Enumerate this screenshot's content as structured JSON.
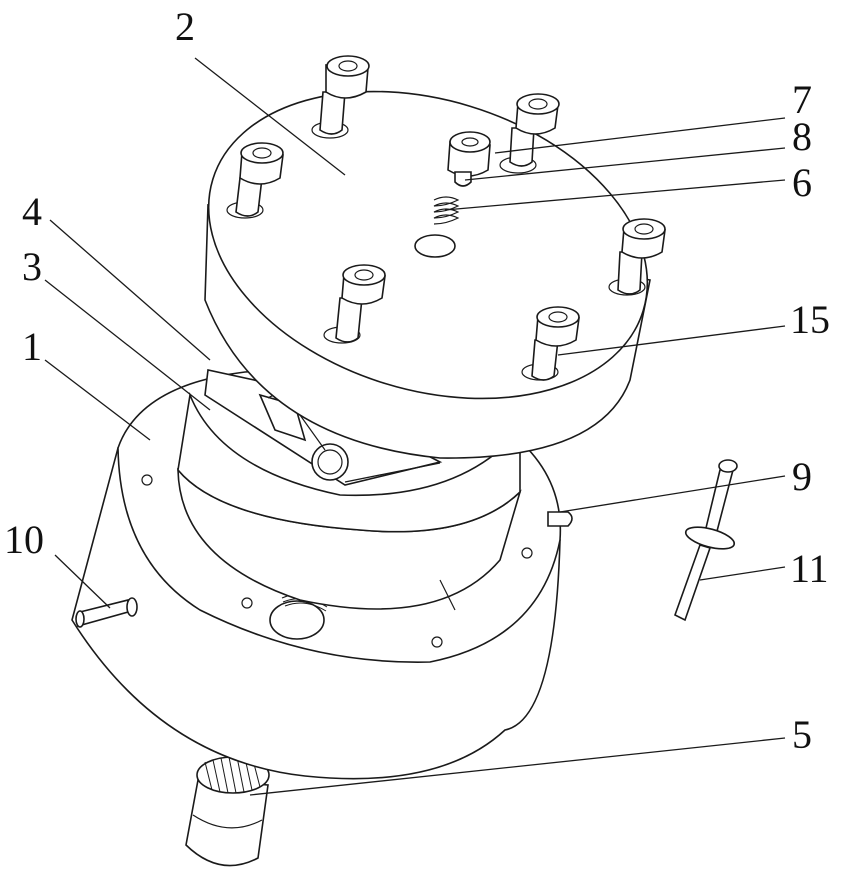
{
  "diagram": {
    "callouts": [
      {
        "id": "c1",
        "label": "1"
      },
      {
        "id": "c2",
        "label": "2"
      },
      {
        "id": "c3",
        "label": "3"
      },
      {
        "id": "c4",
        "label": "4"
      },
      {
        "id": "c5",
        "label": "5"
      },
      {
        "id": "c6",
        "label": "6"
      },
      {
        "id": "c7",
        "label": "7"
      },
      {
        "id": "c8",
        "label": "8"
      },
      {
        "id": "c9",
        "label": "9"
      },
      {
        "id": "c10",
        "label": "10"
      },
      {
        "id": "c11",
        "label": "11"
      },
      {
        "id": "c15",
        "label": "15"
      }
    ]
  }
}
